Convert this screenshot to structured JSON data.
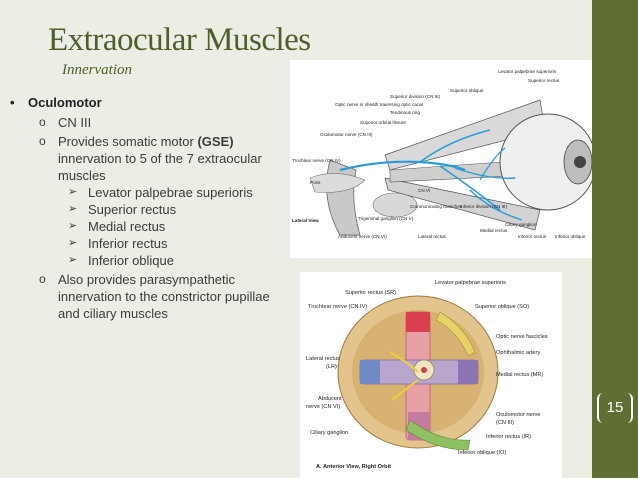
{
  "slide": {
    "title": "Extraocular Muscles",
    "subtitle": "Innervation",
    "page_number": "15",
    "colors": {
      "title": "#4f5e2a",
      "sidebar": "#5f6f33",
      "background": "#eceee6"
    }
  },
  "bullets": {
    "main": "Oculomotor",
    "sub1": "CN III",
    "sub2_pre": "Provides somatic motor ",
    "sub2_bold": "(GSE)",
    "sub2_post": " innervation to 5 of the 7 extraocular muscles",
    "muscles": [
      "Levator palpebrae superioris",
      "Superior rectus",
      "Medial rectus",
      "Inferior rectus",
      "Inferior oblique"
    ],
    "sub3": "Also provides parasympathetic innervation to the constrictor pupillae and ciliary muscles"
  },
  "figure_top": {
    "labels": {
      "lev": "Levator palpebrae superioris",
      "sr": "Superior rectus",
      "so": "Superior oblique",
      "sdiv": "Superior division (CN III)",
      "on": "Optic nerve in sheath traversing optic canal",
      "tr": "Tendinous ring",
      "sof": "Superior orbital fissure",
      "sn": "Oculomotor nerve (CN III)",
      "tn": "Trochlear nerve (CN IV)",
      "pons": "Pons",
      "cn6": "CN VI",
      "comm": "Communicating branches",
      "tg": "Trigeminal ganglion (CN V)",
      "idiv": "Inferior division (CN III)",
      "lat": "Lateral View",
      "ab": "Abducent nerve (CN VI)",
      "lr": "Lateral rectus",
      "mr": "Medial rectus",
      "cg": "Ciliary ganglion",
      "ir": "Inferior rectus",
      "io": "Inferior oblique"
    }
  },
  "figure_bottom": {
    "labels": {
      "lev": "Levator palpebrae superioris",
      "sr": "Superior rectus (SR)",
      "tn": "Trochlear nerve (CN IV)",
      "so": "Superior oblique (SO)",
      "onf": "Optic nerve fascicles",
      "oa": "Ophthalmic artery",
      "lr1": "Lateral rectus",
      "lr2": "(LR)",
      "mr": "Medial rectus (MR)",
      "ab1": "Abducent",
      "ab2": "nerve (CN VI)",
      "on1": "Oculomotor nerve",
      "on2": "(CN III)",
      "cg": "Ciliary ganglion",
      "ir": "Inferior rectus (IR)",
      "io": "Inferior oblique (IO)",
      "cap": "A. Anterior View, Right Orbit"
    }
  }
}
